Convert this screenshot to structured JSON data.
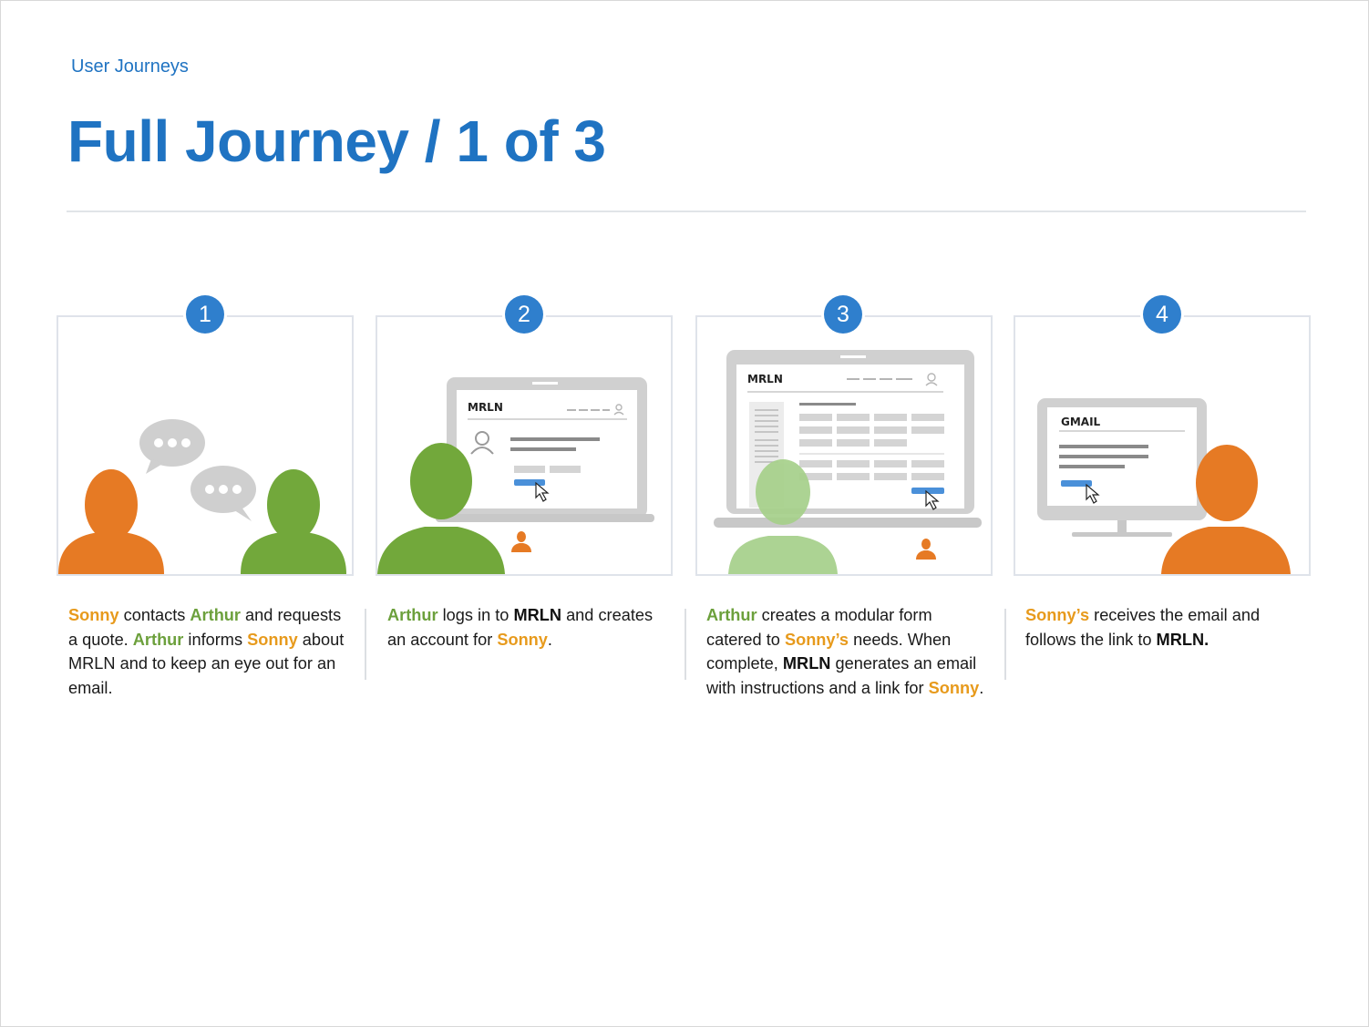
{
  "header": {
    "eyebrow": "User Journeys",
    "title": "Full Journey / 1 of 3"
  },
  "colors": {
    "accent": "#1f73c2",
    "badge": "#2f7fcd",
    "sonny": "#e67a24",
    "sonny_text": "#e79a1c",
    "arthur": "#72a83b",
    "arthur_light": "#a6d08a",
    "button": "#4a90d9"
  },
  "steps": [
    {
      "number": "1",
      "illustration": "sonny-and-arthur-chatting",
      "caption": [
        {
          "t": "Sonny",
          "s": "or"
        },
        {
          "t": " contacts ",
          "s": ""
        },
        {
          "t": "Arthur",
          "s": "gr"
        },
        {
          "t": " and requests a quote. ",
          "s": ""
        },
        {
          "t": "Arthur",
          "s": "gr"
        },
        {
          "t": " informs ",
          "s": ""
        },
        {
          "t": "Sonny",
          "s": "or"
        },
        {
          "t": " about MRLN and to keep an eye out for an email.",
          "s": ""
        }
      ]
    },
    {
      "number": "2",
      "illustration": "arthur-laptop-login",
      "screen_brand": "MRLN",
      "caption": [
        {
          "t": "Arthur",
          "s": "gr"
        },
        {
          "t": " logs in to ",
          "s": ""
        },
        {
          "t": "MRLN",
          "s": "bk"
        },
        {
          "t": " and creates an account for ",
          "s": ""
        },
        {
          "t": "Sonny",
          "s": "or"
        },
        {
          "t": ".",
          "s": ""
        }
      ]
    },
    {
      "number": "3",
      "illustration": "arthur-building-form",
      "screen_brand": "MRLN",
      "caption": [
        {
          "t": "Arthur",
          "s": "gr"
        },
        {
          "t": " creates a modular form catered to  ",
          "s": ""
        },
        {
          "t": "Sonny’s",
          "s": "or"
        },
        {
          "t": " needs. When complete, ",
          "s": ""
        },
        {
          "t": "MRLN",
          "s": "bk"
        },
        {
          "t": " generates an email with instructions and a link for ",
          "s": ""
        },
        {
          "t": "Sonny",
          "s": "or"
        },
        {
          "t": ".",
          "s": ""
        }
      ]
    },
    {
      "number": "4",
      "illustration": "sonny-gmail-monitor",
      "screen_brand": "GMAIL",
      "caption": [
        {
          "t": "Sonny’s",
          "s": "or"
        },
        {
          "t": " receives the email and follows the link to ",
          "s": ""
        },
        {
          "t": "MRLN.",
          "s": "bk"
        }
      ]
    }
  ]
}
